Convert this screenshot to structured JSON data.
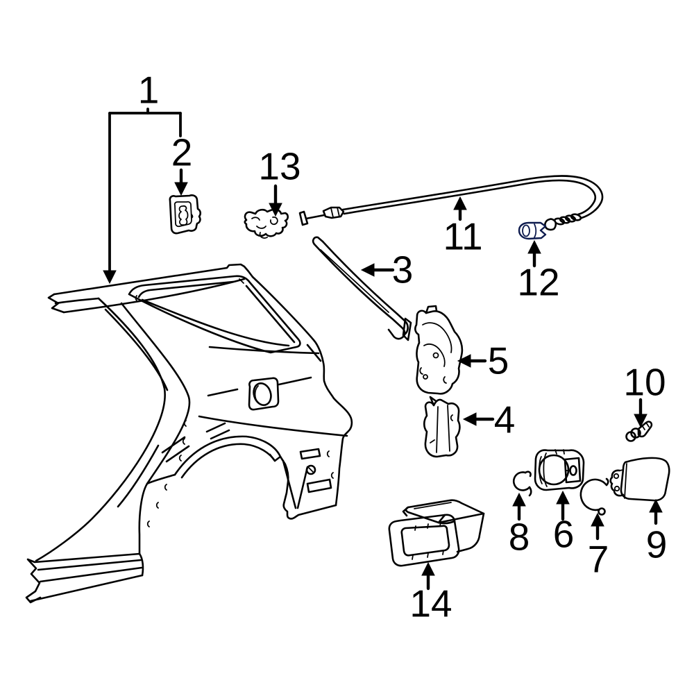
{
  "palette": {
    "background": "#ffffff",
    "line_color": "#000000",
    "highlight_color": "#2b4ca8"
  },
  "callouts": [
    {
      "label": "1"
    },
    {
      "label": "2"
    },
    {
      "label": "3"
    },
    {
      "label": "4"
    },
    {
      "label": "5"
    },
    {
      "label": "6"
    },
    {
      "label": "7"
    },
    {
      "label": "8"
    },
    {
      "label": "9"
    },
    {
      "label": "10"
    },
    {
      "label": "11"
    },
    {
      "label": "12"
    },
    {
      "label": "13"
    },
    {
      "label": "14"
    }
  ]
}
